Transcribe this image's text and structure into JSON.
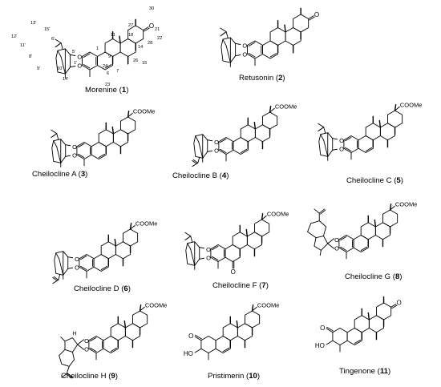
{
  "figure": {
    "compounds": [
      {
        "id": "c1",
        "name": "Morenine",
        "number": "1"
      },
      {
        "id": "c2",
        "name": "Retusonin",
        "number": "2"
      },
      {
        "id": "c3",
        "name": "Cheilocline A",
        "number": "3"
      },
      {
        "id": "c4",
        "name": "Cheilocline B",
        "number": "4"
      },
      {
        "id": "c5",
        "name": "Cheilocline C",
        "number": "5"
      },
      {
        "id": "c6",
        "name": "Cheilocline D",
        "number": "6"
      },
      {
        "id": "c7",
        "name": "Cheilocline F",
        "number": "7"
      },
      {
        "id": "c8",
        "name": "Cheilocline G",
        "number": "8"
      },
      {
        "id": "c9",
        "name": "Cheilocline H",
        "number": "9"
      },
      {
        "id": "c10",
        "name": "Pristimerin",
        "number": "10"
      },
      {
        "id": "c11",
        "name": "Tingenone",
        "number": "11"
      }
    ],
    "labels": {
      "ester": "COOMe",
      "oxygen": "O",
      "ketone": "O",
      "hydroxyl": "HO",
      "hydrogen": "H"
    },
    "numbering": {
      "n1": "1",
      "n6": "6",
      "n7": "7",
      "n9": "9",
      "n11": "11",
      "n14": "14",
      "n15": "15",
      "n18": "18",
      "n21": "21",
      "n22": "22",
      "n23": "23",
      "n24": "24",
      "n26": "26",
      "n27": "27",
      "n28": "28",
      "n30": "30",
      "p1": "1'",
      "p5": "5'",
      "p6": "6'",
      "p8": "8'",
      "p9": "9'",
      "p10": "10'",
      "p11": "11'",
      "p12": "12'",
      "p13": "13'",
      "p14": "14'",
      "p15": "15'"
    }
  }
}
